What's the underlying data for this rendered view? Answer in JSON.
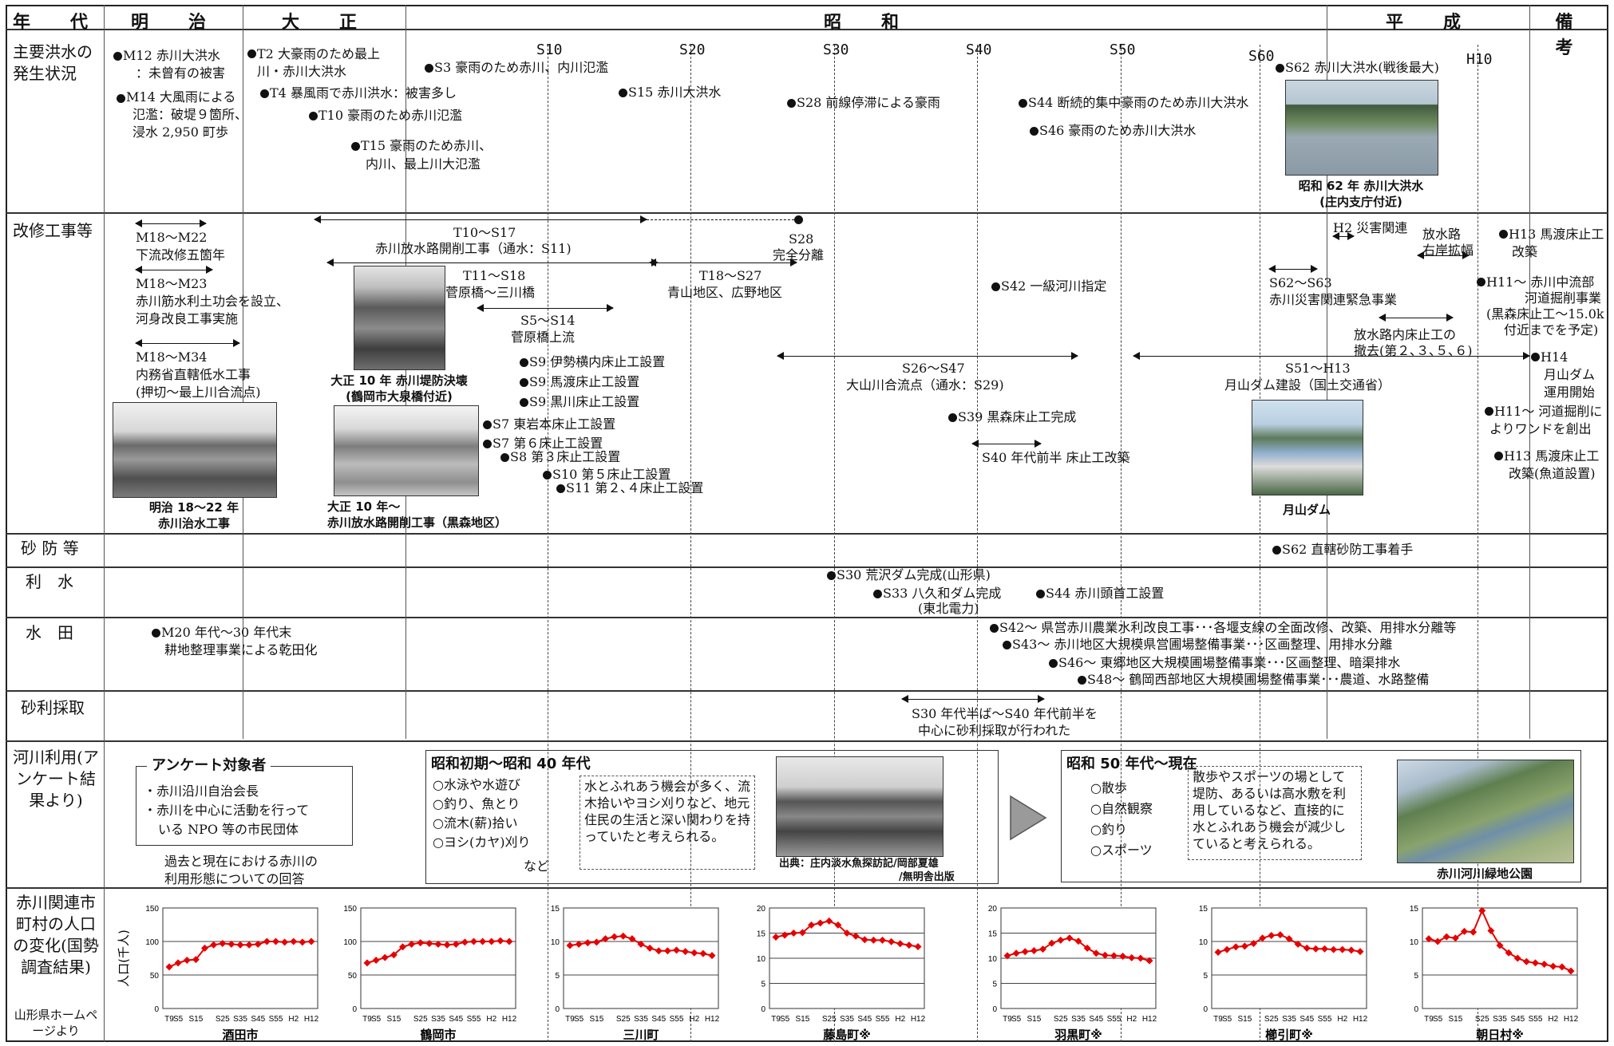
{
  "header": {
    "nengo": "年　代",
    "meiji": "明　治",
    "taisho": "大　正",
    "showa": "昭　和",
    "heisei": "平　成",
    "biko": "備　考"
  },
  "ticks": [
    "S10",
    "S20",
    "S30",
    "S40",
    "S50",
    "S60",
    "H10"
  ],
  "rows": {
    "flood": "主要洪水の発生状況",
    "works": "改修工事等",
    "sabo": "砂 防 等",
    "risui": "利　水",
    "suiden": "水　田",
    "jari": "砂利採取",
    "kasen": "河川利用(アンケート結果より)",
    "pop": "赤川関連市町村の人口の変化(国勢調査結果)",
    "pop_src": "山形県ホームページより"
  },
  "flood": {
    "m12": "M12 赤川大洪水",
    "m12b": "：未曾有の被害",
    "m14": "M14 大風雨による",
    "m14b": "氾濫：破堤９箇所、",
    "m14c": "浸水 2,950 町歩",
    "t2": "T2 大豪雨のため最上",
    "t2b": "川・赤川大洪水",
    "t4": "T4 暴風雨で赤川洪水：被害多し",
    "t10": "T10 豪雨のため赤川氾濫",
    "t15": "T15 豪雨のため赤川、",
    "t15b": "内川、最上川大氾濫",
    "s3": "S3 豪雨のため赤川、内川氾濫",
    "s15": "S15 赤川大洪水",
    "s28": "S28 前線停滞による豪雨",
    "s44": "S44 断続的集中豪雨のため赤川大洪水",
    "s46": "S46 豪雨のため赤川大洪水",
    "s62": "S62 赤川大洪水(戦後最大)",
    "photo_cap1": "昭和 62 年 赤川大洪水",
    "photo_cap2": "(庄内支庁付近)"
  },
  "works": {
    "m18a": "M18～M22",
    "m18a2": "下流改修五箇年",
    "m18b": "M18～M23",
    "m18b2": "赤川筋水利土功会を設立、",
    "m18b3": "河身改良工事実施",
    "m18c": "M18～M34",
    "m18c2": "内務省直轄低水工事",
    "m18c3": "(押切～最上川合流点)",
    "cap_meiji1": "明治 18～22 年",
    "cap_meiji2": "赤川治水工事",
    "t10s17": "T10～S17",
    "t10s17b": "赤川放水路開削工事（通水：S11)",
    "s28": "S28",
    "s28b": "完全分離",
    "t11": "T11～S18",
    "t11b": "菅原橋～三川橋",
    "t18": "T18～S27",
    "t18b": "青山地区、広野地区",
    "s5": "S5～S14",
    "s5b": "菅原橋上流",
    "cap_t10a1": "大正 10 年 赤川堤防決壊",
    "cap_t10a2": "(鶴岡市大泉橋付近)",
    "cap_t10b1": "大正 10 年～",
    "cap_t10b2": "赤川放水路開削工事（黒森地区）",
    "s9a": "S9 伊勢横内床止工設置",
    "s9b": "S9 馬渡床止工設置",
    "s9c": "S9 黒川床止工設置",
    "s7a": "S7 東岩本床止工設置",
    "s7b": "S7 第６床止工設置",
    "s8": "S8 第３床止工設置",
    "s10": "S10 第５床止工設置",
    "s11": "S11 第２､４床止工設置",
    "s26": "S26～S47",
    "s26b": "大山川合流点（通水：S29)",
    "s39": "S39 黒森床止工完成",
    "s40": "S40 年代前半 床止工改築",
    "s42": "S42 一級河川指定",
    "s51": "S51～H13",
    "s51b": "月山ダム建設（国土交通省）",
    "cap_dam": "月山ダム",
    "h2": "H2 災害関連",
    "houshui1": "放水路",
    "houshui2": "右岸拡幅",
    "s62": "S62～S63",
    "s62b": "赤川災害関連緊急事業",
    "yuka1": "放水路内床止工の",
    "yuka2": "撤去(第２､３､５､６)",
    "b_h13a": "H13 馬渡床止工",
    "b_h13a2": "改築",
    "b_h11a": "H11～ 赤川中流部",
    "b_h11a2": "河道掘削事業",
    "b_h11a3": "(黒森床止工～15.0k",
    "b_h11a4": "付近までを予定)",
    "b_h14": "H14",
    "b_h14b": "月山ダム",
    "b_h14c": "運用開始",
    "b_h11b": "H11～ 河道掘削に",
    "b_h11b2": "よりワンドを創出",
    "b_h13b": "H13 馬渡床止工",
    "b_h13b2": "改築(魚道設置)"
  },
  "sabo": {
    "s62": "S62 直轄砂防工事着手"
  },
  "risui": {
    "s30": "S30 荒沢ダム完成(山形県)",
    "s33": "S33 八久和ダム完成",
    "s33b": "(東北電力)",
    "s44": "S44 赤川頭首工設置"
  },
  "suiden": {
    "m20": "M20 年代～30 年代末",
    "m20b": "耕地整理事業による乾田化",
    "s42": "S42～ 県営赤川農業水利改良工事･･･各堰支線の全面改修、改築、用排水分離等",
    "s43": "S43～ 赤川地区大規模県営圃場整備事業･･･区画整理、用排水分離",
    "s46": "S46～ 東郷地区大規模圃場整備事業･･･区画整理、暗渠排水",
    "s48": "S48～ 鶴岡西部地区大規模圃場整備事業･･･農道、水路整備"
  },
  "jari": {
    "l1": "S30 年代半ば～S40 年代前半を",
    "l2": "中心に砂利採取が行われた"
  },
  "kasen": {
    "survey_title": "アンケート対象者",
    "survey_1": "・赤川沿川自治会長",
    "survey_2": "・赤川を中心に活動を行って",
    "survey_3": "いる NPO 等の市民団体",
    "survey_note1": "過去と現在における赤川の",
    "survey_note2": "利用形態についての回答",
    "early_title": "昭和初期～昭和 40 年代",
    "early_items": [
      "○水泳や水遊び",
      "○釣り、魚とり",
      "○流木(薪)拾い",
      "○ヨシ(カヤ)刈り"
    ],
    "early_nado": "など",
    "early_desc": "水とふれあう機会が多く、流木拾いやヨシ刈りなど、地元住民の生活と深い関わりを持っていたと考えられる。",
    "early_src1": "出典：庄内淡水魚探訪記/岡部夏雄",
    "early_src2": "/無明舎出版",
    "late_title": "昭和 50 年代～現在",
    "late_items": [
      "○散歩",
      "○自然観察",
      "○釣り",
      "○スポーツ"
    ],
    "late_desc": "散歩やスポーツの場として堤防、あるいは高水敷を利用しているなど、直接的に水とふれあう機会が減少していると考えられる。",
    "late_cap": "赤川河川緑地公園"
  },
  "chart_data": [
    {
      "type": "line",
      "title": "酒田市",
      "ylabel": "人口(千人)",
      "ylim": [
        0,
        150
      ],
      "yticks": [
        0,
        50,
        100,
        150
      ],
      "x": [
        "T9",
        "S5",
        "S10",
        "S15",
        "S20",
        "S22",
        "S25",
        "S30",
        "S35",
        "S40",
        "S45",
        "S50",
        "S55",
        "S60",
        "H2",
        "H7",
        "H12"
      ],
      "xticks": [
        "T9",
        "S5",
        "S15",
        "S25",
        "S35",
        "S45",
        "S55",
        "H2",
        "H12"
      ],
      "values": [
        62,
        68,
        72,
        73,
        90,
        95,
        97,
        96,
        95,
        95,
        96,
        100,
        100,
        99,
        100,
        99,
        100
      ]
    },
    {
      "type": "line",
      "title": "鶴岡市",
      "ylim": [
        0,
        150
      ],
      "yticks": [
        0,
        50,
        100,
        150
      ],
      "x": [
        "T9",
        "S5",
        "S10",
        "S15",
        "S20",
        "S22",
        "S25",
        "S30",
        "S35",
        "S40",
        "S45",
        "S50",
        "S55",
        "S60",
        "H2",
        "H7",
        "H12"
      ],
      "xticks": [
        "T9",
        "S5",
        "S15",
        "S25",
        "S35",
        "S45",
        "S55",
        "H2",
        "H12"
      ],
      "values": [
        68,
        72,
        76,
        80,
        92,
        96,
        98,
        97,
        96,
        95,
        96,
        99,
        100,
        100,
        100,
        101,
        100
      ]
    },
    {
      "type": "line",
      "title": "三川町",
      "ylim": [
        0,
        15
      ],
      "yticks": [
        0,
        5,
        10,
        15
      ],
      "x": [
        "T9",
        "S5",
        "S10",
        "S15",
        "S20",
        "S22",
        "S25",
        "S30",
        "S35",
        "S40",
        "S45",
        "S50",
        "S55",
        "S60",
        "H2",
        "H7",
        "H12"
      ],
      "xticks": [
        "T9",
        "S5",
        "S15",
        "S25",
        "S35",
        "S45",
        "S55",
        "H2",
        "H12"
      ],
      "values": [
        9.4,
        9.6,
        9.8,
        9.9,
        10.4,
        10.7,
        10.8,
        10.4,
        9.6,
        9.0,
        8.6,
        8.6,
        8.7,
        8.5,
        8.3,
        8.2,
        7.9
      ]
    },
    {
      "type": "line",
      "title": "藤島町※",
      "ylim": [
        0,
        20
      ],
      "yticks": [
        0,
        5,
        10,
        15,
        20
      ],
      "x": [
        "T9",
        "S5",
        "S10",
        "S15",
        "S20",
        "S22",
        "S25",
        "S30",
        "S35",
        "S40",
        "S45",
        "S50",
        "S55",
        "S60",
        "H2",
        "H7",
        "H12"
      ],
      "xticks": [
        "T9",
        "S5",
        "S15",
        "S25",
        "S35",
        "S45",
        "S55",
        "H2",
        "H12"
      ],
      "values": [
        14.2,
        14.6,
        15.0,
        15.1,
        16.6,
        17.0,
        17.4,
        16.6,
        15.0,
        14.4,
        13.7,
        13.6,
        13.6,
        13.3,
        12.9,
        12.6,
        12.3
      ]
    },
    {
      "type": "line",
      "title": "羽黒町※",
      "ylim": [
        0,
        20
      ],
      "yticks": [
        0,
        5,
        10,
        15,
        20
      ],
      "x": [
        "T9",
        "S5",
        "S10",
        "S15",
        "S20",
        "S22",
        "S25",
        "S30",
        "S35",
        "S40",
        "S45",
        "S50",
        "S55",
        "S60",
        "H2",
        "H7",
        "H12"
      ],
      "xticks": [
        "T9",
        "S5",
        "S15",
        "S25",
        "S35",
        "S45",
        "S55",
        "H2",
        "H12"
      ],
      "values": [
        10.5,
        11.0,
        11.3,
        11.5,
        11.8,
        13.0,
        13.6,
        14.0,
        13.4,
        12.0,
        11.0,
        10.6,
        10.5,
        10.4,
        10.1,
        10.0,
        9.5
      ]
    },
    {
      "type": "line",
      "title": "櫛引町※",
      "ylim": [
        0,
        15
      ],
      "yticks": [
        0,
        5,
        10,
        15
      ],
      "x": [
        "T9",
        "S5",
        "S10",
        "S15",
        "S20",
        "S22",
        "S25",
        "S30",
        "S35",
        "S40",
        "S45",
        "S50",
        "S55",
        "S60",
        "H2",
        "H7",
        "H12"
      ],
      "xticks": [
        "T9",
        "S5",
        "S15",
        "S25",
        "S35",
        "S45",
        "S55",
        "H2",
        "H12"
      ],
      "values": [
        8.4,
        8.8,
        9.2,
        9.3,
        9.7,
        10.5,
        10.9,
        11.0,
        10.4,
        9.6,
        9.0,
        8.9,
        8.9,
        8.8,
        8.8,
        8.7,
        8.5
      ]
    },
    {
      "type": "line",
      "title": "朝日村※",
      "ylim": [
        0,
        15
      ],
      "yticks": [
        0,
        5,
        10,
        15
      ],
      "x": [
        "T9",
        "S5",
        "S10",
        "S15",
        "S20",
        "S22",
        "S25",
        "S30",
        "S35",
        "S40",
        "S45",
        "S50",
        "S55",
        "S60",
        "H2",
        "H7",
        "H12"
      ],
      "xticks": [
        "T9",
        "S5",
        "S15",
        "S25",
        "S35",
        "S45",
        "S55",
        "H2",
        "H12"
      ],
      "values": [
        10.4,
        10.0,
        10.7,
        10.5,
        11.5,
        11.4,
        14.6,
        11.6,
        9.4,
        8.3,
        7.5,
        7.0,
        6.8,
        6.6,
        6.3,
        6.2,
        5.6
      ]
    }
  ]
}
